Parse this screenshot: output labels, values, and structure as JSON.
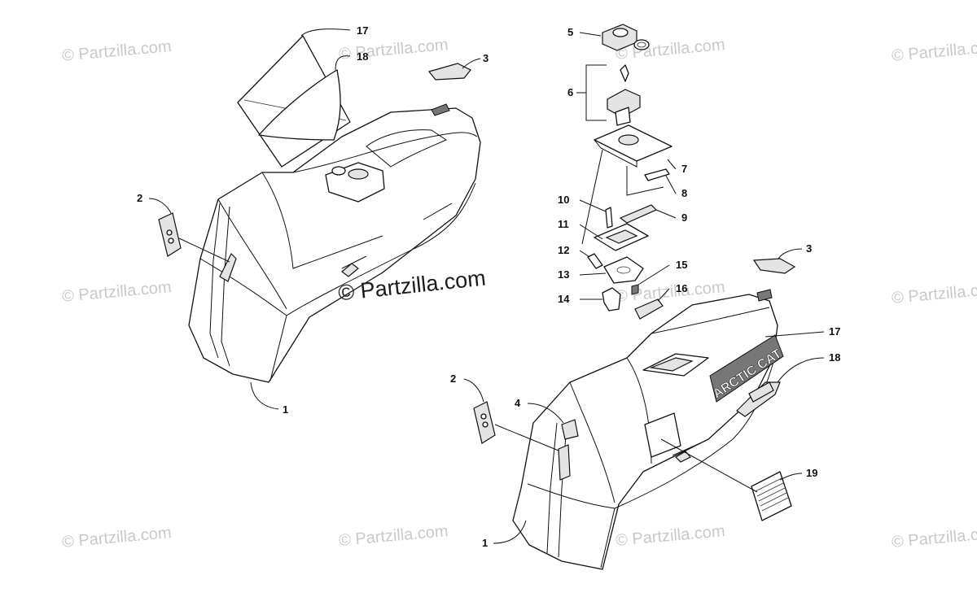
{
  "watermark": {
    "text": "© Partzilla.com",
    "center_text": "© Partzilla.com"
  },
  "callouts": {
    "top_left": {
      "c17": "17",
      "c18": "18",
      "c3": "3",
      "c2": "2",
      "c1": "1"
    },
    "lock_assembly": {
      "c5": "5",
      "c6": "6",
      "c7": "7",
      "c8": "8",
      "c9": "9",
      "c10": "10",
      "c11": "11",
      "c12": "12",
      "c13": "13",
      "c14": "14",
      "c15": "15",
      "c16": "16"
    },
    "bottom_right": {
      "c3": "3",
      "c17": "17",
      "c18": "18",
      "c2": "2",
      "c4": "4",
      "c19": "19",
      "c1": "1"
    }
  },
  "decals": {
    "brand": "ARCTIC CAT"
  }
}
